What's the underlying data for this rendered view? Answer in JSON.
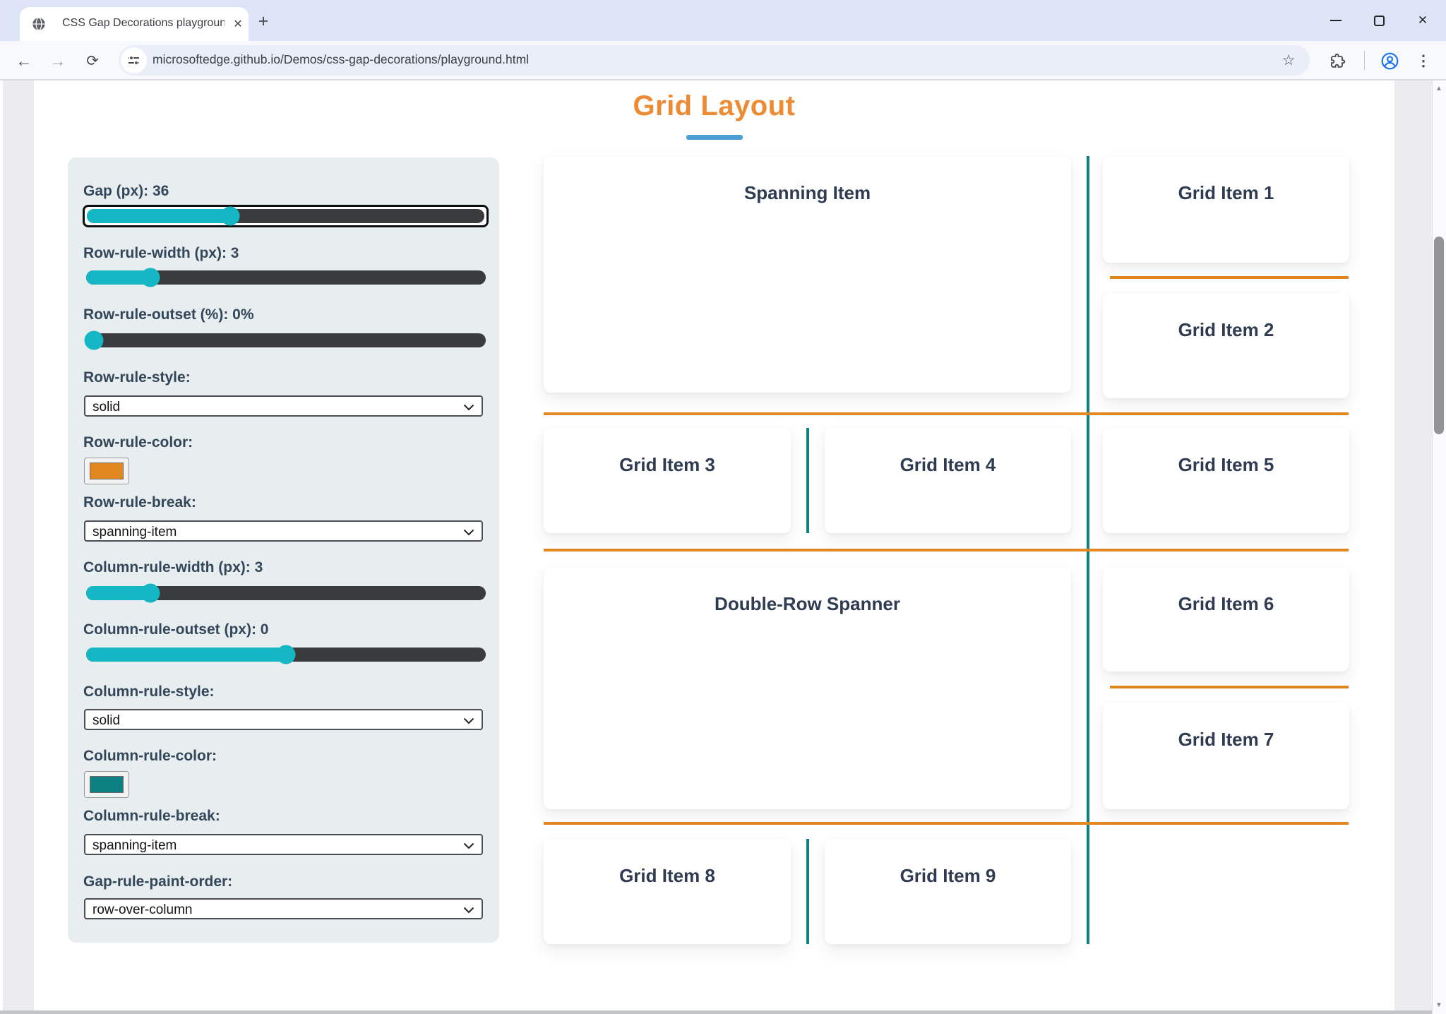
{
  "browser": {
    "tab": {
      "title": "CSS Gap Decorations playgroun",
      "favicon": "globe-icon"
    },
    "new_tab_button": "+",
    "window_controls": {
      "minimize": "minimize",
      "maximize": "maximize",
      "close": "✕"
    },
    "toolbar": {
      "back": "←",
      "forward": "→",
      "reload": "⟳",
      "url": "microsoftedge.github.io/Demos/css-gap-decorations/playground.html",
      "star": "☆",
      "menu_dots": "⋮"
    },
    "scrollbar": {
      "up": "▲",
      "down": "▼"
    }
  },
  "page": {
    "title": "Grid Layout",
    "colors": {
      "accent": "#ed8a33",
      "underline": "#4a9fd9",
      "row_rule": "#e2861f",
      "column_rule": "#0d8181",
      "slider_fill": "#14b7c3"
    }
  },
  "controls": [
    {
      "id": "gap",
      "type": "slider",
      "label": "Gap (px): 36",
      "value": 36,
      "fill_pct": 36,
      "focused": true
    },
    {
      "id": "row-rule-width",
      "type": "slider",
      "label": "Row-rule-width (px): 3",
      "value": 3,
      "fill_pct": 16
    },
    {
      "id": "row-rule-outset",
      "type": "slider",
      "label": "Row-rule-outset (%): 0%",
      "value": 0,
      "fill_pct": 2
    },
    {
      "id": "row-rule-style",
      "type": "select",
      "label": "Row-rule-style:",
      "value": "solid"
    },
    {
      "id": "row-rule-color",
      "type": "color",
      "label": "Row-rule-color:",
      "value": "#e2861f"
    },
    {
      "id": "row-rule-break",
      "type": "select",
      "label": "Row-rule-break:",
      "value": "spanning-item"
    },
    {
      "id": "column-rule-width",
      "type": "slider",
      "label": "Column-rule-width (px): 3",
      "value": 3,
      "fill_pct": 16
    },
    {
      "id": "column-rule-outset",
      "type": "slider",
      "label": "Column-rule-outset (px): 0",
      "value": 0,
      "fill_pct": 50
    },
    {
      "id": "column-rule-style",
      "type": "select",
      "label": "Column-rule-style:",
      "value": "solid"
    },
    {
      "id": "column-rule-color",
      "type": "color",
      "label": "Column-rule-color:",
      "value": "#0d8181"
    },
    {
      "id": "column-rule-break",
      "type": "select",
      "label": "Column-rule-break:",
      "value": "spanning-item"
    },
    {
      "id": "gap-rule-paint-order",
      "type": "select",
      "label": "Gap-rule-paint-order:",
      "value": "row-over-column"
    }
  ],
  "grid": {
    "items": [
      {
        "label": "Spanning Item"
      },
      {
        "label": "Grid Item 1"
      },
      {
        "label": "Grid Item 2"
      },
      {
        "label": "Grid Item 3"
      },
      {
        "label": "Grid Item 4"
      },
      {
        "label": "Grid Item 5"
      },
      {
        "label": "Double-Row Spanner"
      },
      {
        "label": "Grid Item 6"
      },
      {
        "label": "Grid Item 7"
      },
      {
        "label": "Grid Item 8"
      },
      {
        "label": "Grid Item 9"
      }
    ]
  }
}
